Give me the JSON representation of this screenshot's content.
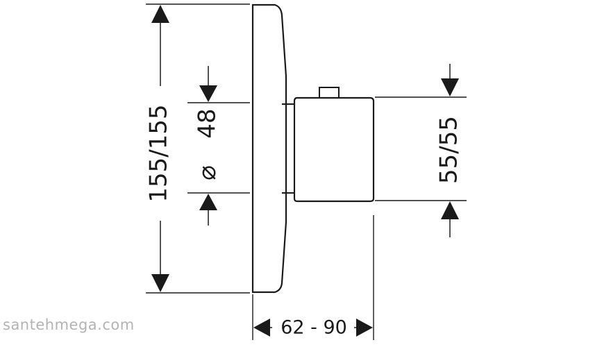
{
  "dimensions": {
    "total_height": "155/155",
    "diameter_symbol": "⌀",
    "diameter_value": "48",
    "handle_height": "55/55",
    "depth": "62 - 90"
  },
  "watermark": "santehmega.com"
}
